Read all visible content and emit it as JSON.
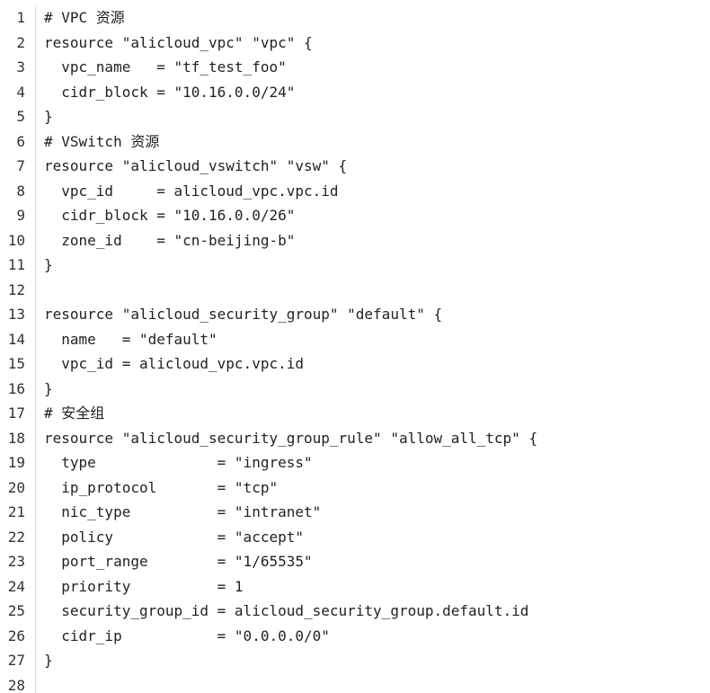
{
  "code_block": {
    "lines": [
      {
        "num": "1",
        "code": "# VPC 资源"
      },
      {
        "num": "2",
        "code": "resource \"alicloud_vpc\" \"vpc\" {"
      },
      {
        "num": "3",
        "code": "  vpc_name   = \"tf_test_foo\""
      },
      {
        "num": "4",
        "code": "  cidr_block = \"10.16.0.0/24\""
      },
      {
        "num": "5",
        "code": "}"
      },
      {
        "num": "6",
        "code": "# VSwitch 资源"
      },
      {
        "num": "7",
        "code": "resource \"alicloud_vswitch\" \"vsw\" {"
      },
      {
        "num": "8",
        "code": "  vpc_id     = alicloud_vpc.vpc.id"
      },
      {
        "num": "9",
        "code": "  cidr_block = \"10.16.0.0/26\""
      },
      {
        "num": "10",
        "code": "  zone_id    = \"cn-beijing-b\""
      },
      {
        "num": "11",
        "code": "}"
      },
      {
        "num": "12",
        "code": ""
      },
      {
        "num": "13",
        "code": "resource \"alicloud_security_group\" \"default\" {"
      },
      {
        "num": "14",
        "code": "  name   = \"default\""
      },
      {
        "num": "15",
        "code": "  vpc_id = alicloud_vpc.vpc.id"
      },
      {
        "num": "16",
        "code": "}"
      },
      {
        "num": "17",
        "code": "# 安全组"
      },
      {
        "num": "18",
        "code": "resource \"alicloud_security_group_rule\" \"allow_all_tcp\" {"
      },
      {
        "num": "19",
        "code": "  type              = \"ingress\""
      },
      {
        "num": "20",
        "code": "  ip_protocol       = \"tcp\""
      },
      {
        "num": "21",
        "code": "  nic_type          = \"intranet\""
      },
      {
        "num": "22",
        "code": "  policy            = \"accept\""
      },
      {
        "num": "23",
        "code": "  port_range        = \"1/65535\""
      },
      {
        "num": "24",
        "code": "  priority          = 1"
      },
      {
        "num": "25",
        "code": "  security_group_id = alicloud_security_group.default.id"
      },
      {
        "num": "26",
        "code": "  cidr_ip           = \"0.0.0.0/0\""
      },
      {
        "num": "27",
        "code": "}"
      },
      {
        "num": "28",
        "code": ""
      }
    ]
  }
}
